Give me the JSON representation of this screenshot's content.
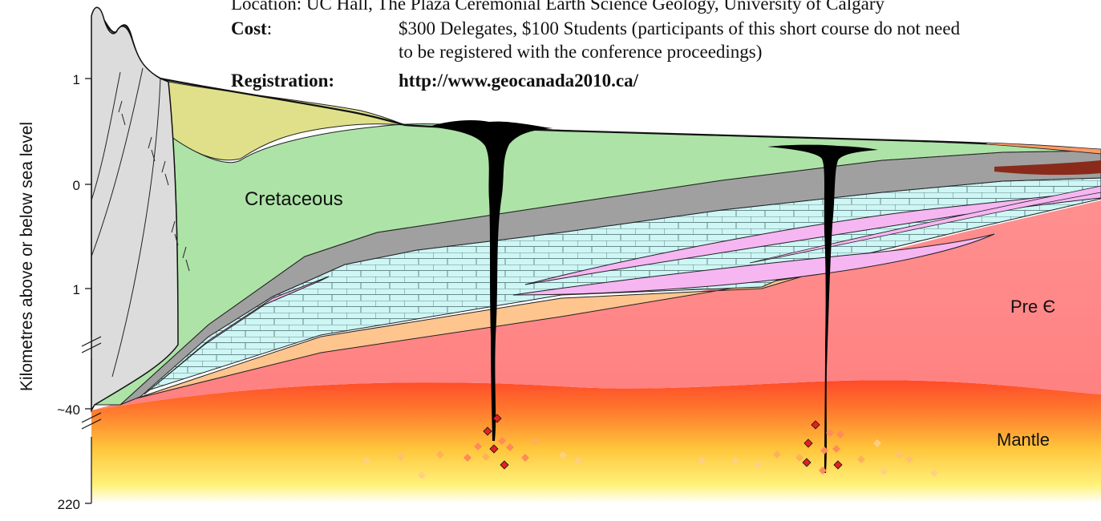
{
  "header": {
    "location_line": "Location:        UC Hall, The Plaza Ceremonial Earth Science Geology, University of Calgary",
    "cost_label": "Cost",
    "cost_colon": ":",
    "cost_value_line1": "$300 Delegates, $100 Students (participants of this short course do not need",
    "cost_value_line2": "to be registered with the conference proceedings)",
    "registration_label": "Registration:",
    "registration_url": "http://www.geocanada2010.ca/"
  },
  "axis": {
    "label": "Kilometres above or below sea level",
    "ticks": [
      "1",
      "0",
      "1",
      "~40",
      "220"
    ]
  },
  "layers": {
    "cretaceous": "Cretaceous",
    "precambrian": "Pre Є",
    "mantle": "Mantle"
  },
  "colors": {
    "cretaceous_green": "#ade3a7",
    "tertiary_yellow": "#e0e08a",
    "carbonate_cyan": "#c9f3f2",
    "shale_grey": "#a0a0a0",
    "precambrian_red": "#ff8c8c",
    "mantle_orange": "#ff6a2a",
    "mantle_yellow": "#fff08a",
    "kimberlite_black": "#000000",
    "evaporite_pink": "#f6b6f2",
    "sandstone_orange": "#ffc58e",
    "cordillera_grey": "#dcdcdc"
  }
}
